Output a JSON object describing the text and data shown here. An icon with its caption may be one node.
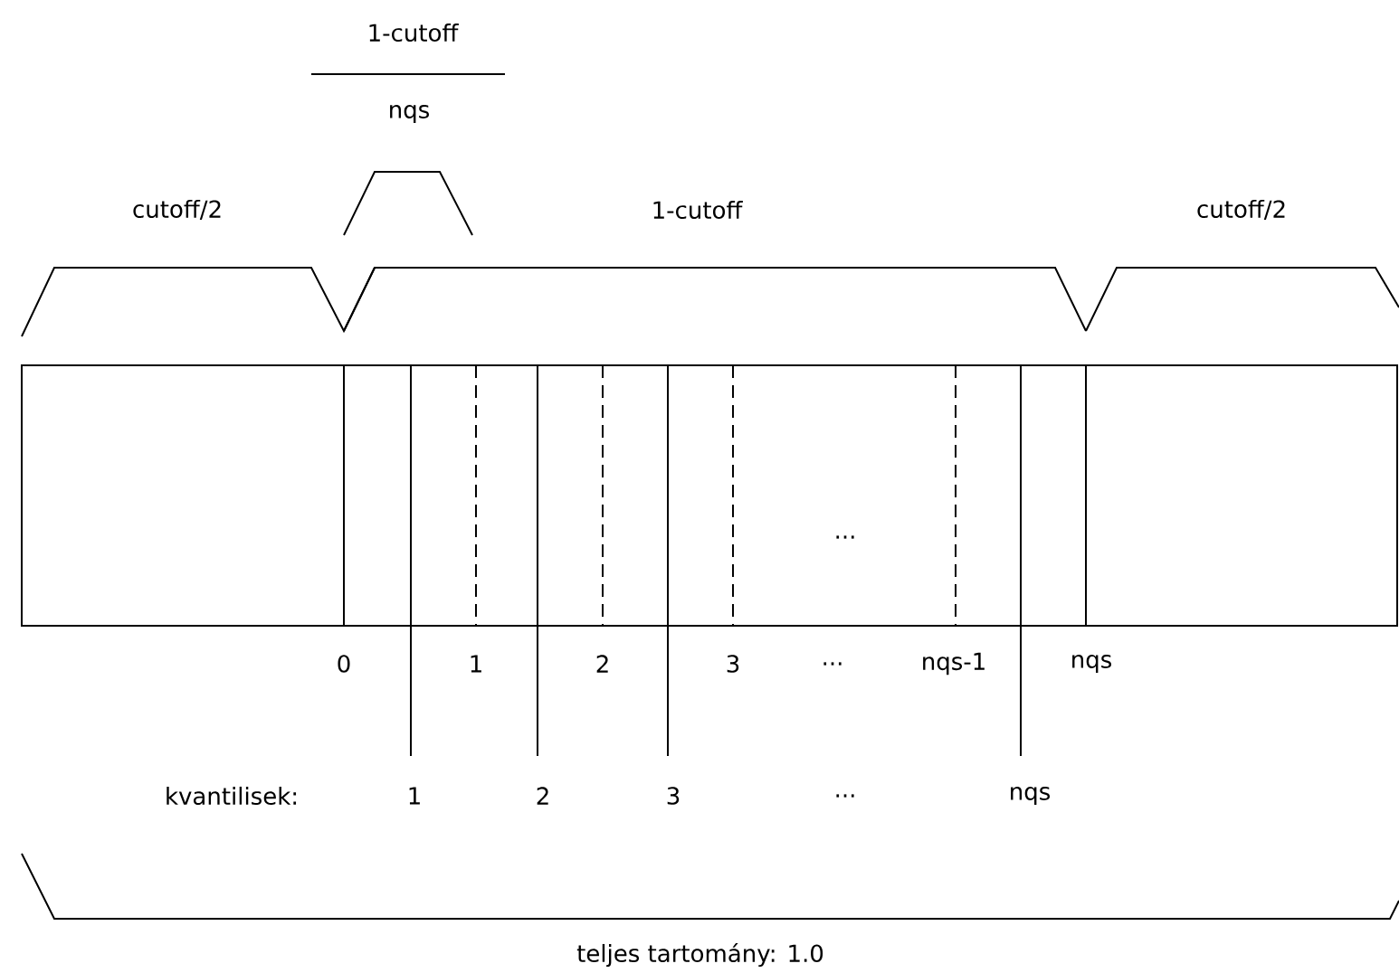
{
  "diagram": {
    "nodes": [
      {
        "text": [],
        "shape": "box"
      }
    ],
    "labels": [
      "1-cutoff",
      "nqs",
      "cutoff/2",
      "1-cutoff",
      "cutoff/2",
      "...",
      "0",
      "1",
      "2",
      "3",
      "...",
      "nqs-1",
      "nqs",
      "kvantilisek:",
      "1",
      "2",
      "3",
      "...",
      "nqs",
      "teljes tartomány: 1.0"
    ]
  }
}
